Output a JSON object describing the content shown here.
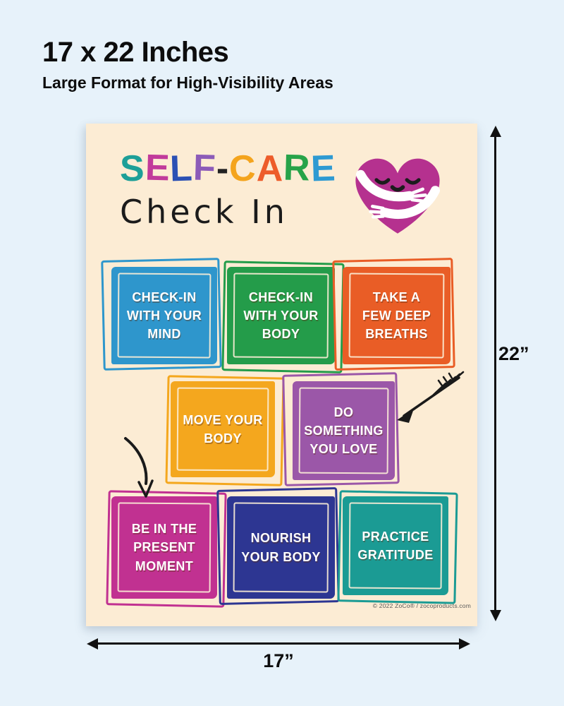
{
  "page": {
    "background": "#e7f2fa"
  },
  "header": {
    "title": "17 x 22 Inches",
    "subtitle": "Large Format for High-Visibility Areas"
  },
  "poster": {
    "background": "#fcecd4",
    "title_letters": [
      {
        "char": "S",
        "color": "#1d9f98"
      },
      {
        "char": "E",
        "color": "#c13a9b"
      },
      {
        "char": "L",
        "color": "#2b50b4"
      },
      {
        "char": "F",
        "color": "#8c5bb8"
      },
      {
        "char": "-",
        "color": "#222222"
      },
      {
        "char": "C",
        "color": "#f4a41d"
      },
      {
        "char": "A",
        "color": "#ed5c2a"
      },
      {
        "char": "R",
        "color": "#27a349"
      },
      {
        "char": "E",
        "color": "#2e9ad2"
      }
    ],
    "subtitle": "Check In",
    "heart_color": "#b5318f",
    "face_color": "#1c1c1c",
    "tiles": [
      {
        "label": "CHECK-IN\nWITH YOUR\nMIND",
        "color": "#2e96cc"
      },
      {
        "label": "CHECK-IN\nWITH YOUR\nBODY",
        "color": "#249c4a"
      },
      {
        "label": "TAKE A\nFEW DEEP\nBREATHS",
        "color": "#e95d26"
      },
      {
        "label": "MOVE YOUR\nBODY",
        "color": "#f4a71e"
      },
      {
        "label": "DO\nSOMETHING\nYOU LOVE",
        "color": "#9b57a8"
      },
      {
        "label": "BE IN THE\nPRESENT\nMOMENT",
        "color": "#c13191"
      },
      {
        "label": "NOURISH\nYOUR BODY",
        "color": "#2d3692"
      },
      {
        "label": "PRACTICE\nGRATITUDE",
        "color": "#1b9b94"
      }
    ],
    "copyright": "© 2022 ZoCo® / zocoproducts.com"
  },
  "dimensions": {
    "height_label": "22”",
    "width_label": "17”"
  }
}
